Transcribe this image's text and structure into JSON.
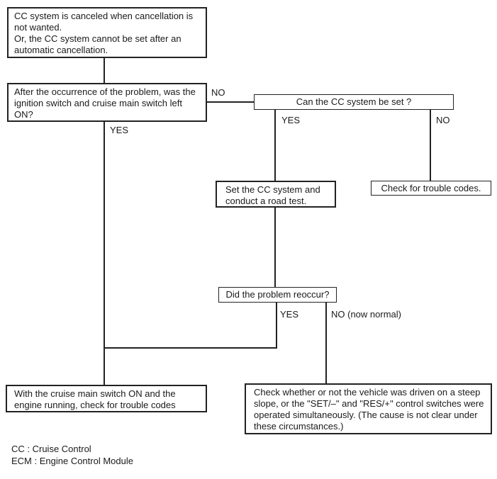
{
  "diagram": {
    "colors": {
      "line": "#222222",
      "text": "#1a1a1a",
      "background": "#ffffff"
    },
    "nodes": {
      "start": {
        "text": "CC system is canceled when cancellation is\nnot wanted.\nOr, the CC system cannot be set after an\nautomatic cancellation."
      },
      "q_ignition": {
        "text": "After the occurrence of the problem, was the\nignition switch and cruise main switch left\nON?"
      },
      "q_can_set": {
        "text": "Can the CC system be set ?"
      },
      "set_road_test": {
        "text": "Set the CC system and\nconduct a road test."
      },
      "check_trouble_codes": {
        "text": "Check for trouble codes."
      },
      "q_reoccur": {
        "text": "Did the problem reoccur?"
      },
      "check_codes_running": {
        "text": "With the cruise main switch ON and the\nengine running, check for trouble codes"
      },
      "check_steep_slope": {
        "text": "Check whether or not the vehicle was driven on a steep\nslope, or the \"SET/–\" and \"RES/+\" control switches were\noperated simultaneously. (The cause is not clear under\nthese circumstances.)"
      }
    },
    "edge_labels": {
      "q_ignition_no": "NO",
      "q_ignition_yes": "YES",
      "q_can_set_yes": "YES",
      "q_can_set_no": "NO",
      "q_reoccur_yes": "YES",
      "q_reoccur_no": "NO (now normal)"
    },
    "legend": {
      "text": "CC : Cruise Control\nECM : Engine Control Module"
    }
  }
}
